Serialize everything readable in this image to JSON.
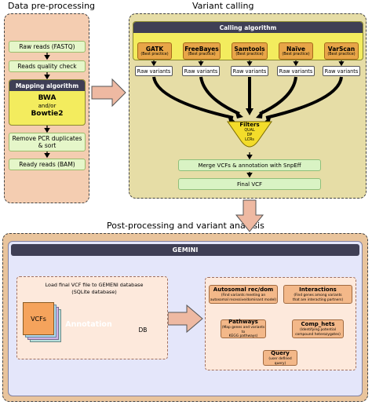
{
  "left": {
    "title": "Data pre-processing",
    "steps": [
      "Raw reads (FASTQ)",
      "Reads quality check"
    ],
    "mapping_header": "Mapping algorithm",
    "mapping_body": [
      "BWA",
      "and/or",
      "Bowtie2"
    ],
    "steps2": [
      "Remove PCR duplicates\n& sort",
      "Ready reads (BAM)"
    ]
  },
  "calling": {
    "title": "Variant calling",
    "header": "Calling algorithm",
    "tools": [
      {
        "name": "GATK",
        "sub": "(Best practice)"
      },
      {
        "name": "FreeBayes",
        "sub": "(Best practice)"
      },
      {
        "name": "Samtools",
        "sub": "(Best practice)"
      },
      {
        "name": "Naïve",
        "sub": "(Best practice)"
      },
      {
        "name": "VarScan",
        "sub": "(Best practice)"
      }
    ],
    "raw_label": "Raw variants",
    "filters": {
      "title": "Filters",
      "items": [
        "QUAL",
        "DP",
        "LCRs"
      ]
    },
    "merge": "Merge VCFs & annotation with SnpEff",
    "final": "Final VCF"
  },
  "post": {
    "title": "Post-processing and variant analysis",
    "gemini": "GEMINI",
    "load_text": "Load final VCF file to GEMENI database\n(SQLite database)",
    "vcfs": "VCFs",
    "annotation": "Annotation",
    "db": "DB",
    "analyses": [
      {
        "name": "Autosomal rec/dom",
        "sub": "(Find variants meeting an\nautosomal recessive/dominant model)"
      },
      {
        "name": "Interactions",
        "sub": "(Find genes among variants\nthat are interacting partners)"
      },
      {
        "name": "Pathways",
        "sub": "(Map genes and variants to\nKEGG pathways)"
      },
      {
        "name": "Comp_hets",
        "sub": "(Identifying potential\ncompound heterozygotes)"
      },
      {
        "name": "Query",
        "sub": "(user defined query)"
      }
    ]
  },
  "colors": {
    "left_panel": "#f4cdb1",
    "calling_panel": "#e6dda6",
    "post_outer": "#e9c49c",
    "gemini_inner": "#e4e6fa",
    "arrow_fill": "#eeb9a2",
    "header_dark": "#3f3f55",
    "tool_orange": "#e8a548",
    "filters_yellow": "#f3dc2a",
    "light_green": "#e5f6c9"
  }
}
